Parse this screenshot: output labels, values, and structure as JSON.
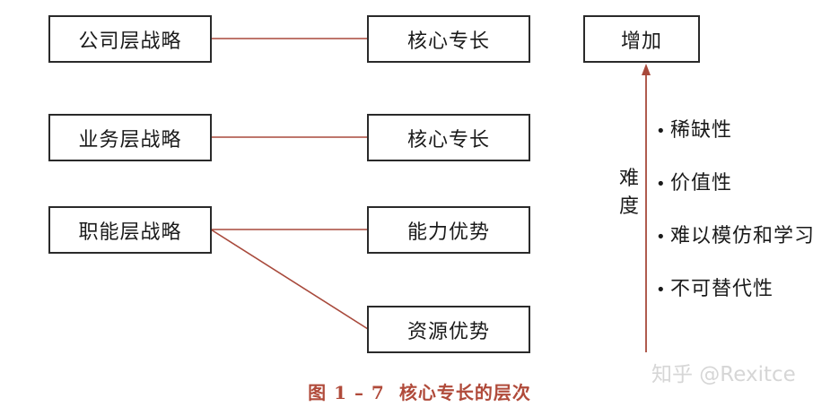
{
  "strategies": {
    "corporate": "公司层战略",
    "business": "业务层战略",
    "functional": "职能层战略"
  },
  "middle": {
    "core1": "核心专长",
    "core2": "核心专长",
    "capability": "能力优势",
    "resource": "资源优势"
  },
  "right": {
    "increase": "增加",
    "difficulty_1": "难",
    "difficulty_2": "度",
    "bullet_symbol": "•",
    "bullets": [
      "稀缺性",
      "价值性",
      "难以模仿和学习",
      "不可替代性"
    ]
  },
  "caption": {
    "figure": "图 1 – 7",
    "title": "核心专长的层次"
  },
  "watermark": "知乎 @Rexitce",
  "colors": {
    "connector": "#a8493b",
    "caption": "#b04a3a",
    "box_border": "#2a2a2a"
  }
}
